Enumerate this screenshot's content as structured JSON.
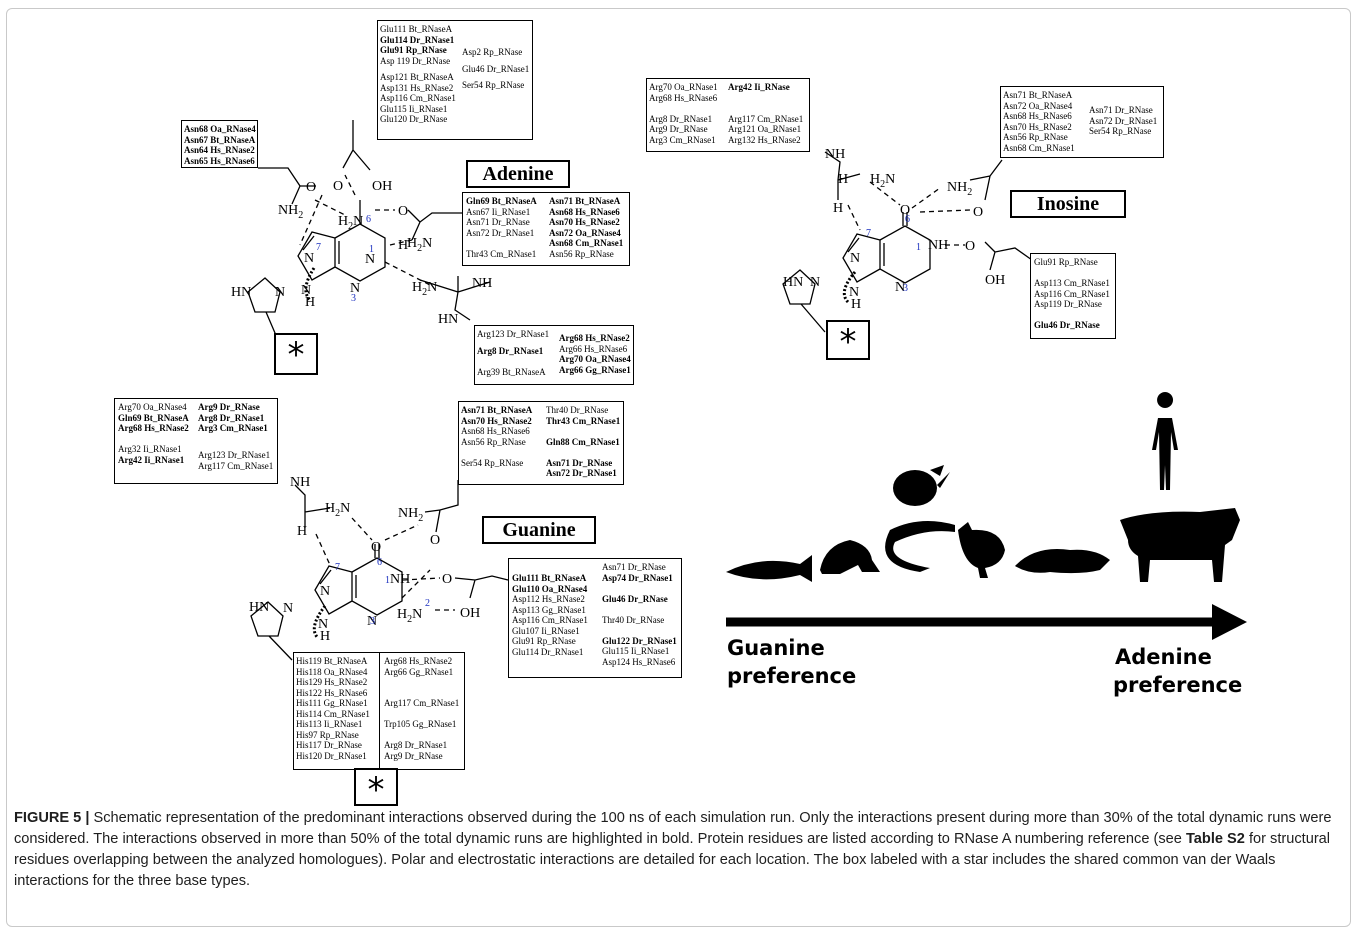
{
  "figure": {
    "adenine": {
      "title": "Adenine",
      "asn_box": [
        "Asn68 Oa_RNase4",
        "Asn67 Bt_RNaseA",
        "Asn64 Hs_RNase2",
        "Asn65 Hs_RNase6"
      ],
      "glu_box": {
        "col1": [
          "Glu111 Bt_RNaseA",
          "Glu114 Dr_RNase1",
          "Glu91 Rp_RNase",
          "Asp 119 Dr_RNase",
          "",
          "Asp121 Bt_RNaseA",
          "Asp131 Hs_RNase2",
          "Asp116 Cm_RNase1",
          "Glu115 Ii_RNase1",
          "Glu120 Dr_RNase"
        ],
        "col2": [
          "Asp2 Rp_RNase",
          "",
          "Glu46 Dr_RNase1",
          "",
          "Ser54 Rp_RNase"
        ]
      },
      "n6_box": {
        "col1": [
          "Gln69 Bt_RNaseA",
          "Asn67 Ii_RNase1",
          "Asn71 Dr_RNase",
          "Asn72 Dr_RNase1",
          "",
          "Thr43 Cm_RNase1"
        ],
        "col2": [
          "Asn71 Bt_RNaseA",
          "Asn68 Hs_RNase6",
          "Asn70 Hs_RNase2",
          "Asn72 Oa_RNase4",
          "Asn68 Cm_RNase1",
          "Asn56 Rp_RNase"
        ]
      },
      "arg_box": {
        "col1": [
          "Arg123 Dr_RNase1",
          "",
          "Arg8 Dr_RNase1",
          "",
          "Arg39 Bt_RNaseA"
        ],
        "col2": [
          "Arg68 Hs_RNase2",
          "Arg66 Hs_RNase6",
          "Arg70 Oa_RNase4",
          "Arg66 Gg_RNase1"
        ]
      },
      "star": "*"
    },
    "inosine": {
      "title": "Inosine",
      "arg_box": {
        "col1": [
          "Arg70 Oa_RNase1",
          "Arg68 Hs_RNase6",
          "",
          "Arg8 Dr_RNase1",
          "Arg9 Dr_RNase",
          "Arg3 Cm_RNase1"
        ],
        "col2": [
          "Arg42 Ii_RNase",
          "",
          "",
          "Arg117 Cm_RNase1",
          "Arg121 Oa_RNase1",
          "Arg132 Hs_RNase2"
        ]
      },
      "asn_box": {
        "col1": [
          "Asn71 Bt_RNaseA",
          "Asn72 Oa_RNase4",
          "Asn68 Hs_RNase6",
          "Asn70 Hs_RNase2",
          "Asn56 Rp_RNase",
          "Asn68 Cm_RNase1"
        ],
        "col2": [
          "Asn71 Dr_RNase",
          "Asn72 Dr_RNase1",
          "Ser54 Rp_RNase"
        ]
      },
      "glu_box": [
        "Glu91 Rp_RNase",
        "",
        "Asp113 Cm_RNase1",
        "Asp116 Cm_RNase1",
        "Asp119 Dr_RNase",
        "",
        "Glu46 Dr_RNase"
      ],
      "star": "*"
    },
    "guanine": {
      "title": "Guanine",
      "arg_box": {
        "col1": [
          "Arg70 Oa_RNase4",
          "Gln69 Bt_RNaseA",
          "Arg68 Hs_RNase2",
          "",
          "Arg32 Ii_RNase1",
          "Arg42 Ii_RNase1"
        ],
        "col2": [
          "Arg9 Dr_RNase",
          "Arg8 Dr_RNase1",
          "Arg3 Cm_RNase1",
          "",
          "",
          "Arg123 Dr_RNase1",
          "Arg117 Cm_RNase1"
        ]
      },
      "asn_box": {
        "col1": [
          "Asn71 Bt_RNaseA",
          "Asn70 Hs_RNase2",
          "Asn68 Hs_RNase6",
          "Asn56 Rp_RNase",
          "",
          "Ser54 Rp_RNase"
        ],
        "col2": [
          "Thr40 Dr_RNase",
          "Thr43 Cm_RNase1",
          "",
          "Gln88 Cm_RNase1",
          "",
          "Asn71 Dr_RNase",
          "Asn72 Dr_RNase1"
        ]
      },
      "glu_box": {
        "col1": [
          "Glu111 Bt_RNaseA",
          "Glu110 Oa_RNase4",
          "Asp112 Hs_RNase2",
          "Asp113 Gg_RNase1",
          "Asp116 Cm_RNase1",
          "Glu107 Ii_RNase1",
          "Glu91 Rp_RNase",
          "Glu114 Dr_RNase1"
        ],
        "col2": [
          "Asn71 Dr_RNase",
          "Asp74 Dr_RNase1",
          "",
          "Glu46 Dr_RNase",
          "",
          "Thr40 Dr_RNase",
          "",
          "Glu122 Dr_RNase1",
          "Glu115 Ii_RNase1",
          "Asp124 Hs_RNase6"
        ]
      },
      "vdw_box": {
        "col1": [
          "His119 Bt_RNaseA",
          "His118 Oa_RNase4",
          "His129 Hs_RNase2",
          "His122 Hs_RNase6",
          "His111 Gg_RNase1",
          "His114 Cm_RNase1",
          "His113 Ii_RNase1",
          "His97 Rp_RNase",
          "His117 Dr_RNase",
          "His120 Dr_RNase1"
        ],
        "col2": [
          "Arg68 Hs_RNase2",
          "Arg66 Gg_RNase1",
          "",
          "",
          "Arg117 Cm_RNase1",
          "",
          "Trp105 Gg_RNase1",
          "",
          "Arg8 Dr_RNase1",
          "Arg9 Dr_RNase"
        ]
      },
      "star": "*"
    },
    "preference": {
      "left": [
        "Guanine",
        "preference"
      ],
      "right": [
        "Adenine",
        "preference"
      ]
    }
  },
  "caption": {
    "label": "FIGURE 5 |",
    "text_1": " Schematic representation of the predominant interactions observed during the 100 ns of each simulation run. Only the interactions present during more than 30% of the total dynamic runs were considered. The interactions observed in more than 50% of the total dynamic runs are highlighted in bold. Protein residues are listed according to RNase A numbering reference (see ",
    "ref": "Table S2",
    "text_2": " for structural residues overlapping between the analyzed homologues). Polar and electrostatic interactions are detailed for each location. The box labeled with a star includes the shared common van der Waals interactions for the three base types."
  }
}
